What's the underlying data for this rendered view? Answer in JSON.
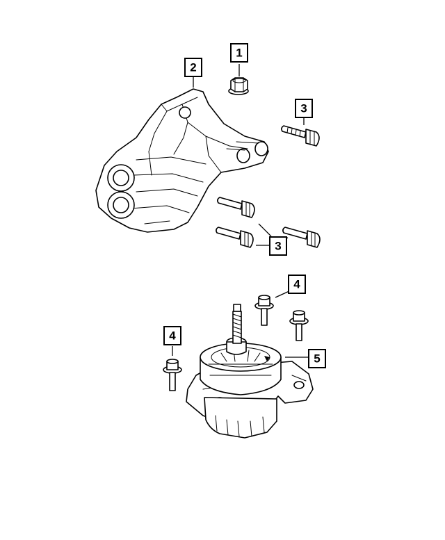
{
  "callouts": [
    {
      "label": "1"
    },
    {
      "label": "2"
    },
    {
      "label": "3"
    },
    {
      "label": "3"
    },
    {
      "label": "4"
    },
    {
      "label": "4"
    },
    {
      "label": "5"
    }
  ]
}
